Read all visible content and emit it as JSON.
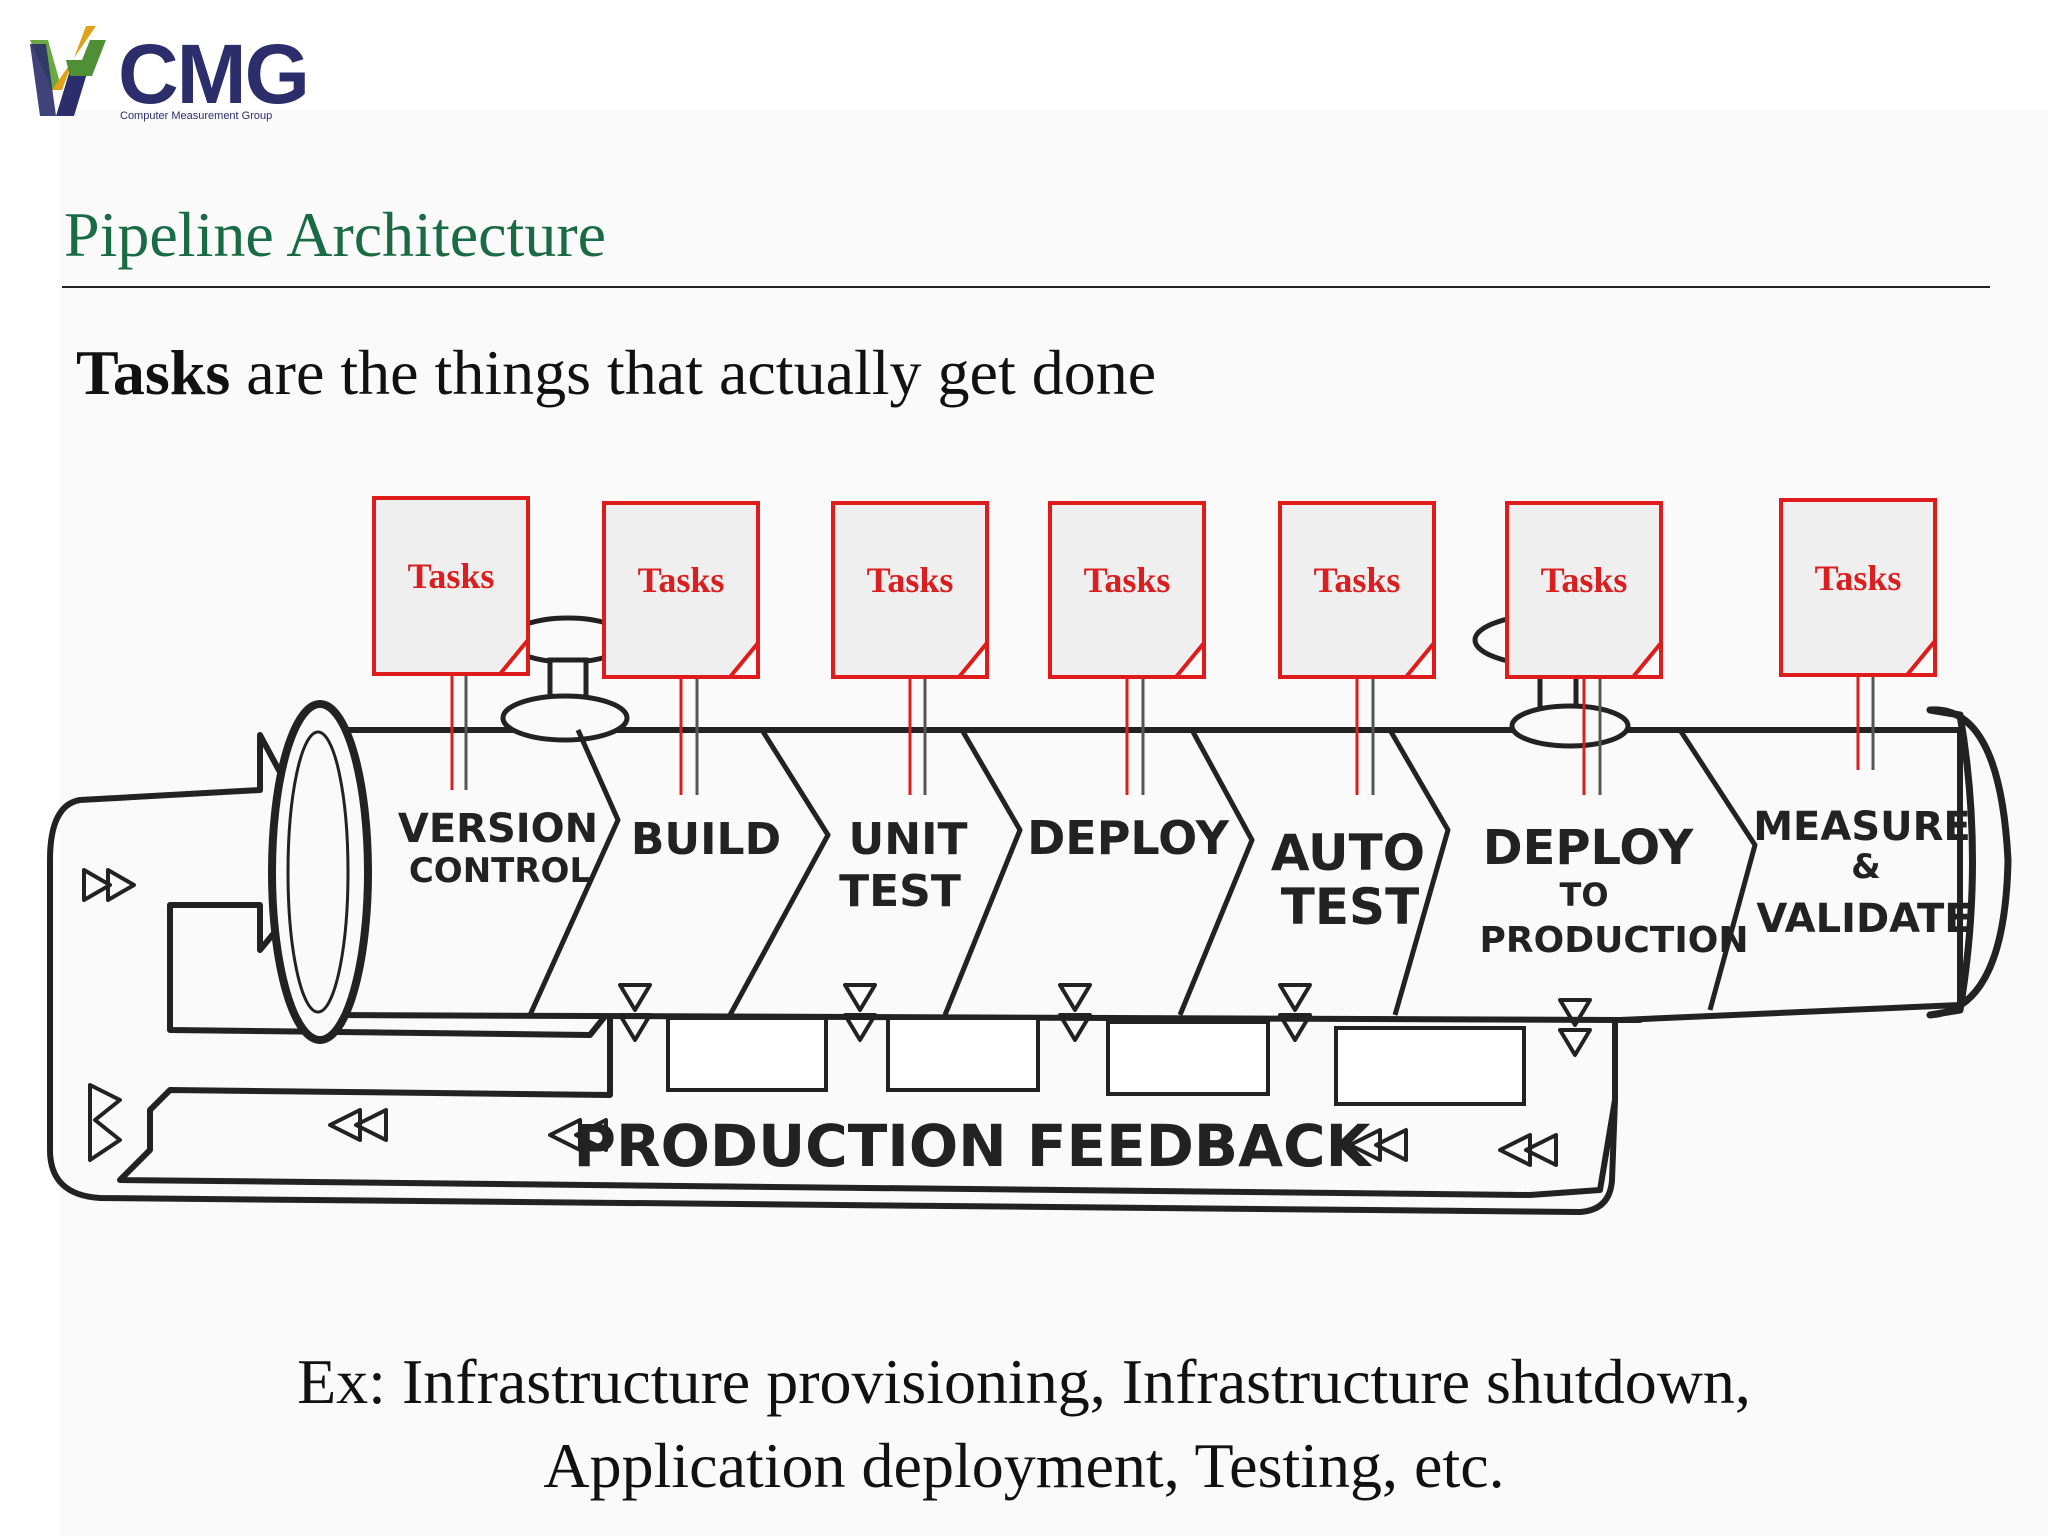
{
  "logo": {
    "name": "CMG",
    "tagline": "Computer Measurement Group"
  },
  "title": "Pipeline Architecture",
  "subtitle": {
    "bold": "Tasks",
    "rest": " are the things that actually get done"
  },
  "diagram": {
    "task_label": "Tasks",
    "stages": [
      [
        "VERSION",
        "CONTROL"
      ],
      [
        "BUILD"
      ],
      [
        "UNIT",
        "TEST"
      ],
      [
        "DEPLOY"
      ],
      [
        "AUTO",
        "TEST"
      ],
      [
        "DEPLOY",
        "TO",
        "PRODUCTION"
      ],
      [
        "MEASURE",
        "&",
        "VALIDATE"
      ]
    ],
    "feedback_label": "PRODUCTION FEEDBACK"
  },
  "footer": {
    "line1": "Ex: Infrastructure provisioning, Infrastructure shutdown,",
    "line2": "Application deployment, Testing, etc."
  },
  "colors": {
    "title": "#1a6b45",
    "task_border": "#e01b1b",
    "task_text": "#d91f1f",
    "logo_text": "#2b2e6b",
    "logo_green": "#6aa842",
    "logo_yellow": "#e0a21a"
  }
}
